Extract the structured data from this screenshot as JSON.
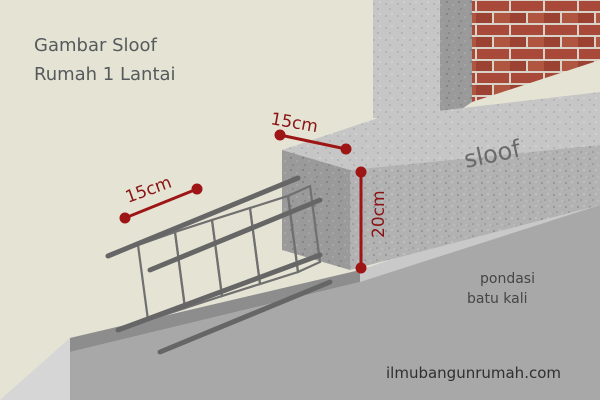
{
  "title": {
    "line1": "Gambar Sloof",
    "line2": "Rumah 1 Lantai"
  },
  "labels": {
    "sloof": "sloof",
    "foundation_line1": "pondasi",
    "foundation_line2": "batu kali",
    "credit": "ilmubangunrumah.com"
  },
  "dimensions": {
    "rebar_spacing": "15cm",
    "sloof_width": "15cm",
    "sloof_height": "20cm"
  },
  "colors": {
    "dimension_marker": "#9e1515",
    "brick": "#a44a36",
    "concrete": "#a8a8a8",
    "rebar": "#6e6e6e"
  }
}
